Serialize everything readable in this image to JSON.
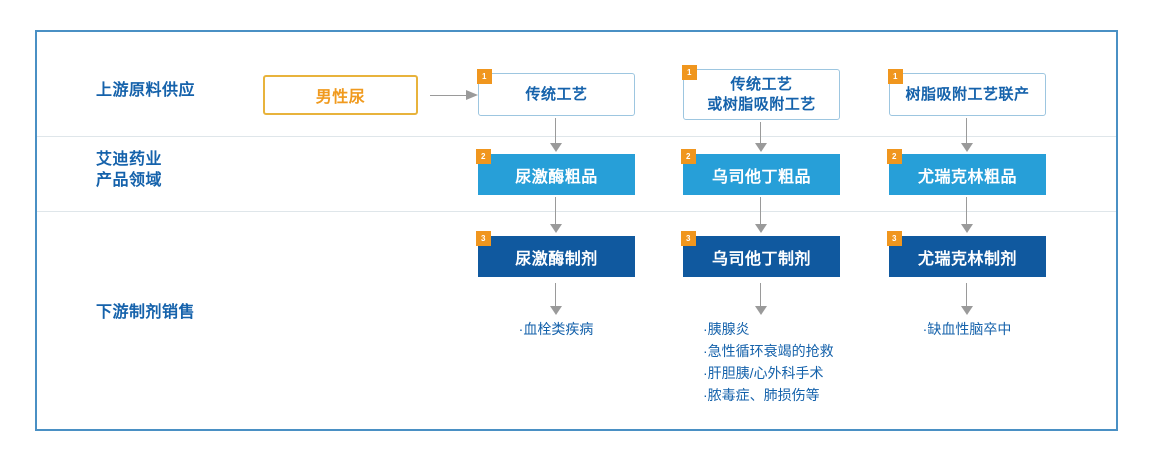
{
  "diagram": {
    "title": "",
    "colors": {
      "frame_border": "#4a90c4",
      "divider": "#dfe6ea",
      "label_blue": "#1562ab",
      "source_orange": "#f09a1e",
      "source_border": "#e8b33c",
      "process_border": "#9dc6e0",
      "crude_fill": "#279fd8",
      "prep_fill": "#10599f",
      "badge_orange": "#f0961e",
      "arrow_gray": "#9a9a9a"
    },
    "rows": [
      {
        "id": "row-upstream",
        "label": "上游原料供应"
      },
      {
        "id": "row-products",
        "label": "艾迪药业\n产品领域"
      },
      {
        "id": "row-downstream",
        "label": "下游制剂销售"
      }
    ],
    "source_node": {
      "label": "男性尿"
    },
    "process_nodes": [
      {
        "badge": "1",
        "label": "传统工艺"
      },
      {
        "badge": "1",
        "label": "传统工艺\n或树脂吸附工艺"
      },
      {
        "badge": "1",
        "label": "树脂吸附工艺联产"
      }
    ],
    "crude_nodes": [
      {
        "badge": "2",
        "label": "尿激酶粗品"
      },
      {
        "badge": "2",
        "label": "乌司他丁粗品"
      },
      {
        "badge": "2",
        "label": "尤瑞克林粗品"
      }
    ],
    "prep_nodes": [
      {
        "badge": "3",
        "label": "尿激酶制剂"
      },
      {
        "badge": "3",
        "label": "乌司他丁制剂"
      },
      {
        "badge": "3",
        "label": "尤瑞克林制剂"
      }
    ],
    "indications": [
      {
        "items": [
          "·血栓类疾病"
        ]
      },
      {
        "items": [
          "·胰腺炎",
          "·急性循环衰竭的抢救",
          "·肝胆胰/心外科手术",
          "·脓毒症、肺损伤等"
        ]
      },
      {
        "items": [
          "·缺血性脑卒中"
        ]
      }
    ]
  }
}
